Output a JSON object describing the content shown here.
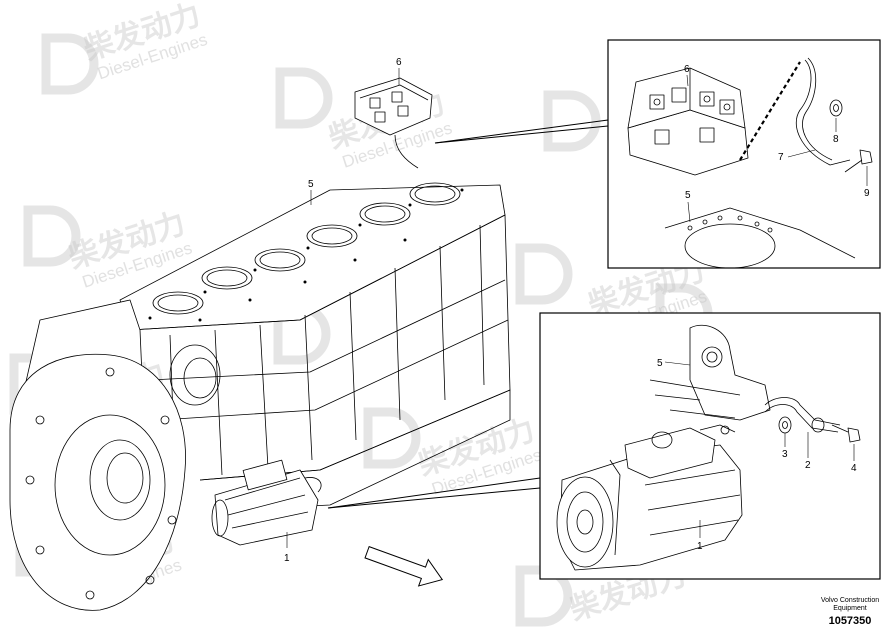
{
  "watermark": {
    "brand_cn": "柴发动力",
    "brand_en": "Diesel-Engines",
    "logo_icon": "d-logo-icon"
  },
  "callouts": {
    "main": {
      "block": "5",
      "heater": "6",
      "starter": "1"
    },
    "detail_top": {
      "heater": "6",
      "block": "5",
      "cable": "7",
      "washer": "8",
      "bolt": "9"
    },
    "detail_bottom": {
      "block": "5",
      "starter": "1",
      "bracket": "2",
      "spacer": "3",
      "bolt": "4"
    }
  },
  "footer": {
    "brand_line1": "Volvo Construction",
    "brand_line2": "Equipment",
    "doc_number": "1057350"
  },
  "icons": {
    "direction_arrow": "direction-arrow-icon"
  }
}
